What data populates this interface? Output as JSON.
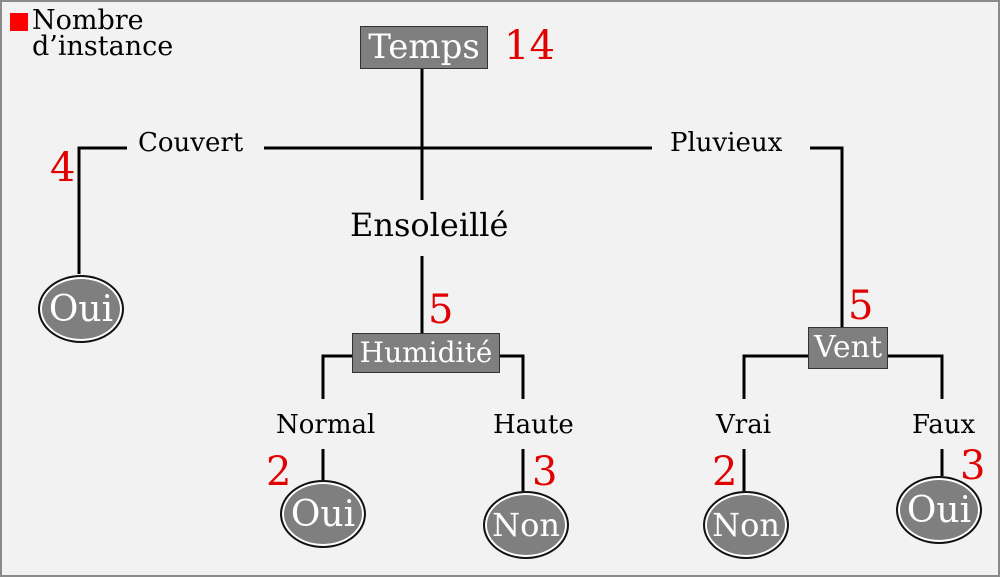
{
  "legend": {
    "label": "Nombre d’instance",
    "swatch_color": "#ff0000"
  },
  "colors": {
    "node_fill": "#7f7f7f",
    "count": "#e00000",
    "background": "#f2f2f2"
  },
  "root": {
    "label": "Temps",
    "count": "14"
  },
  "branches": {
    "couvert": {
      "label": "Couvert",
      "count": "4"
    },
    "ensoleille": {
      "label": "Ensoleillé",
      "count": "5"
    },
    "pluvieux": {
      "label": "Pluvieux",
      "count": "5"
    }
  },
  "nodes": {
    "humidite": {
      "label": "Humidité",
      "normal": {
        "label": "Normal",
        "count": "2"
      },
      "haute": {
        "label": "Haute",
        "count": "3"
      }
    },
    "vent": {
      "label": "Vent",
      "vrai": {
        "label": "Vrai",
        "count": "2"
      },
      "faux": {
        "label": "Faux",
        "count": "3"
      }
    }
  },
  "leaves": {
    "couvert": "Oui",
    "normal": "Oui",
    "haute": "Non",
    "vrai": "Non",
    "faux": "Oui"
  }
}
